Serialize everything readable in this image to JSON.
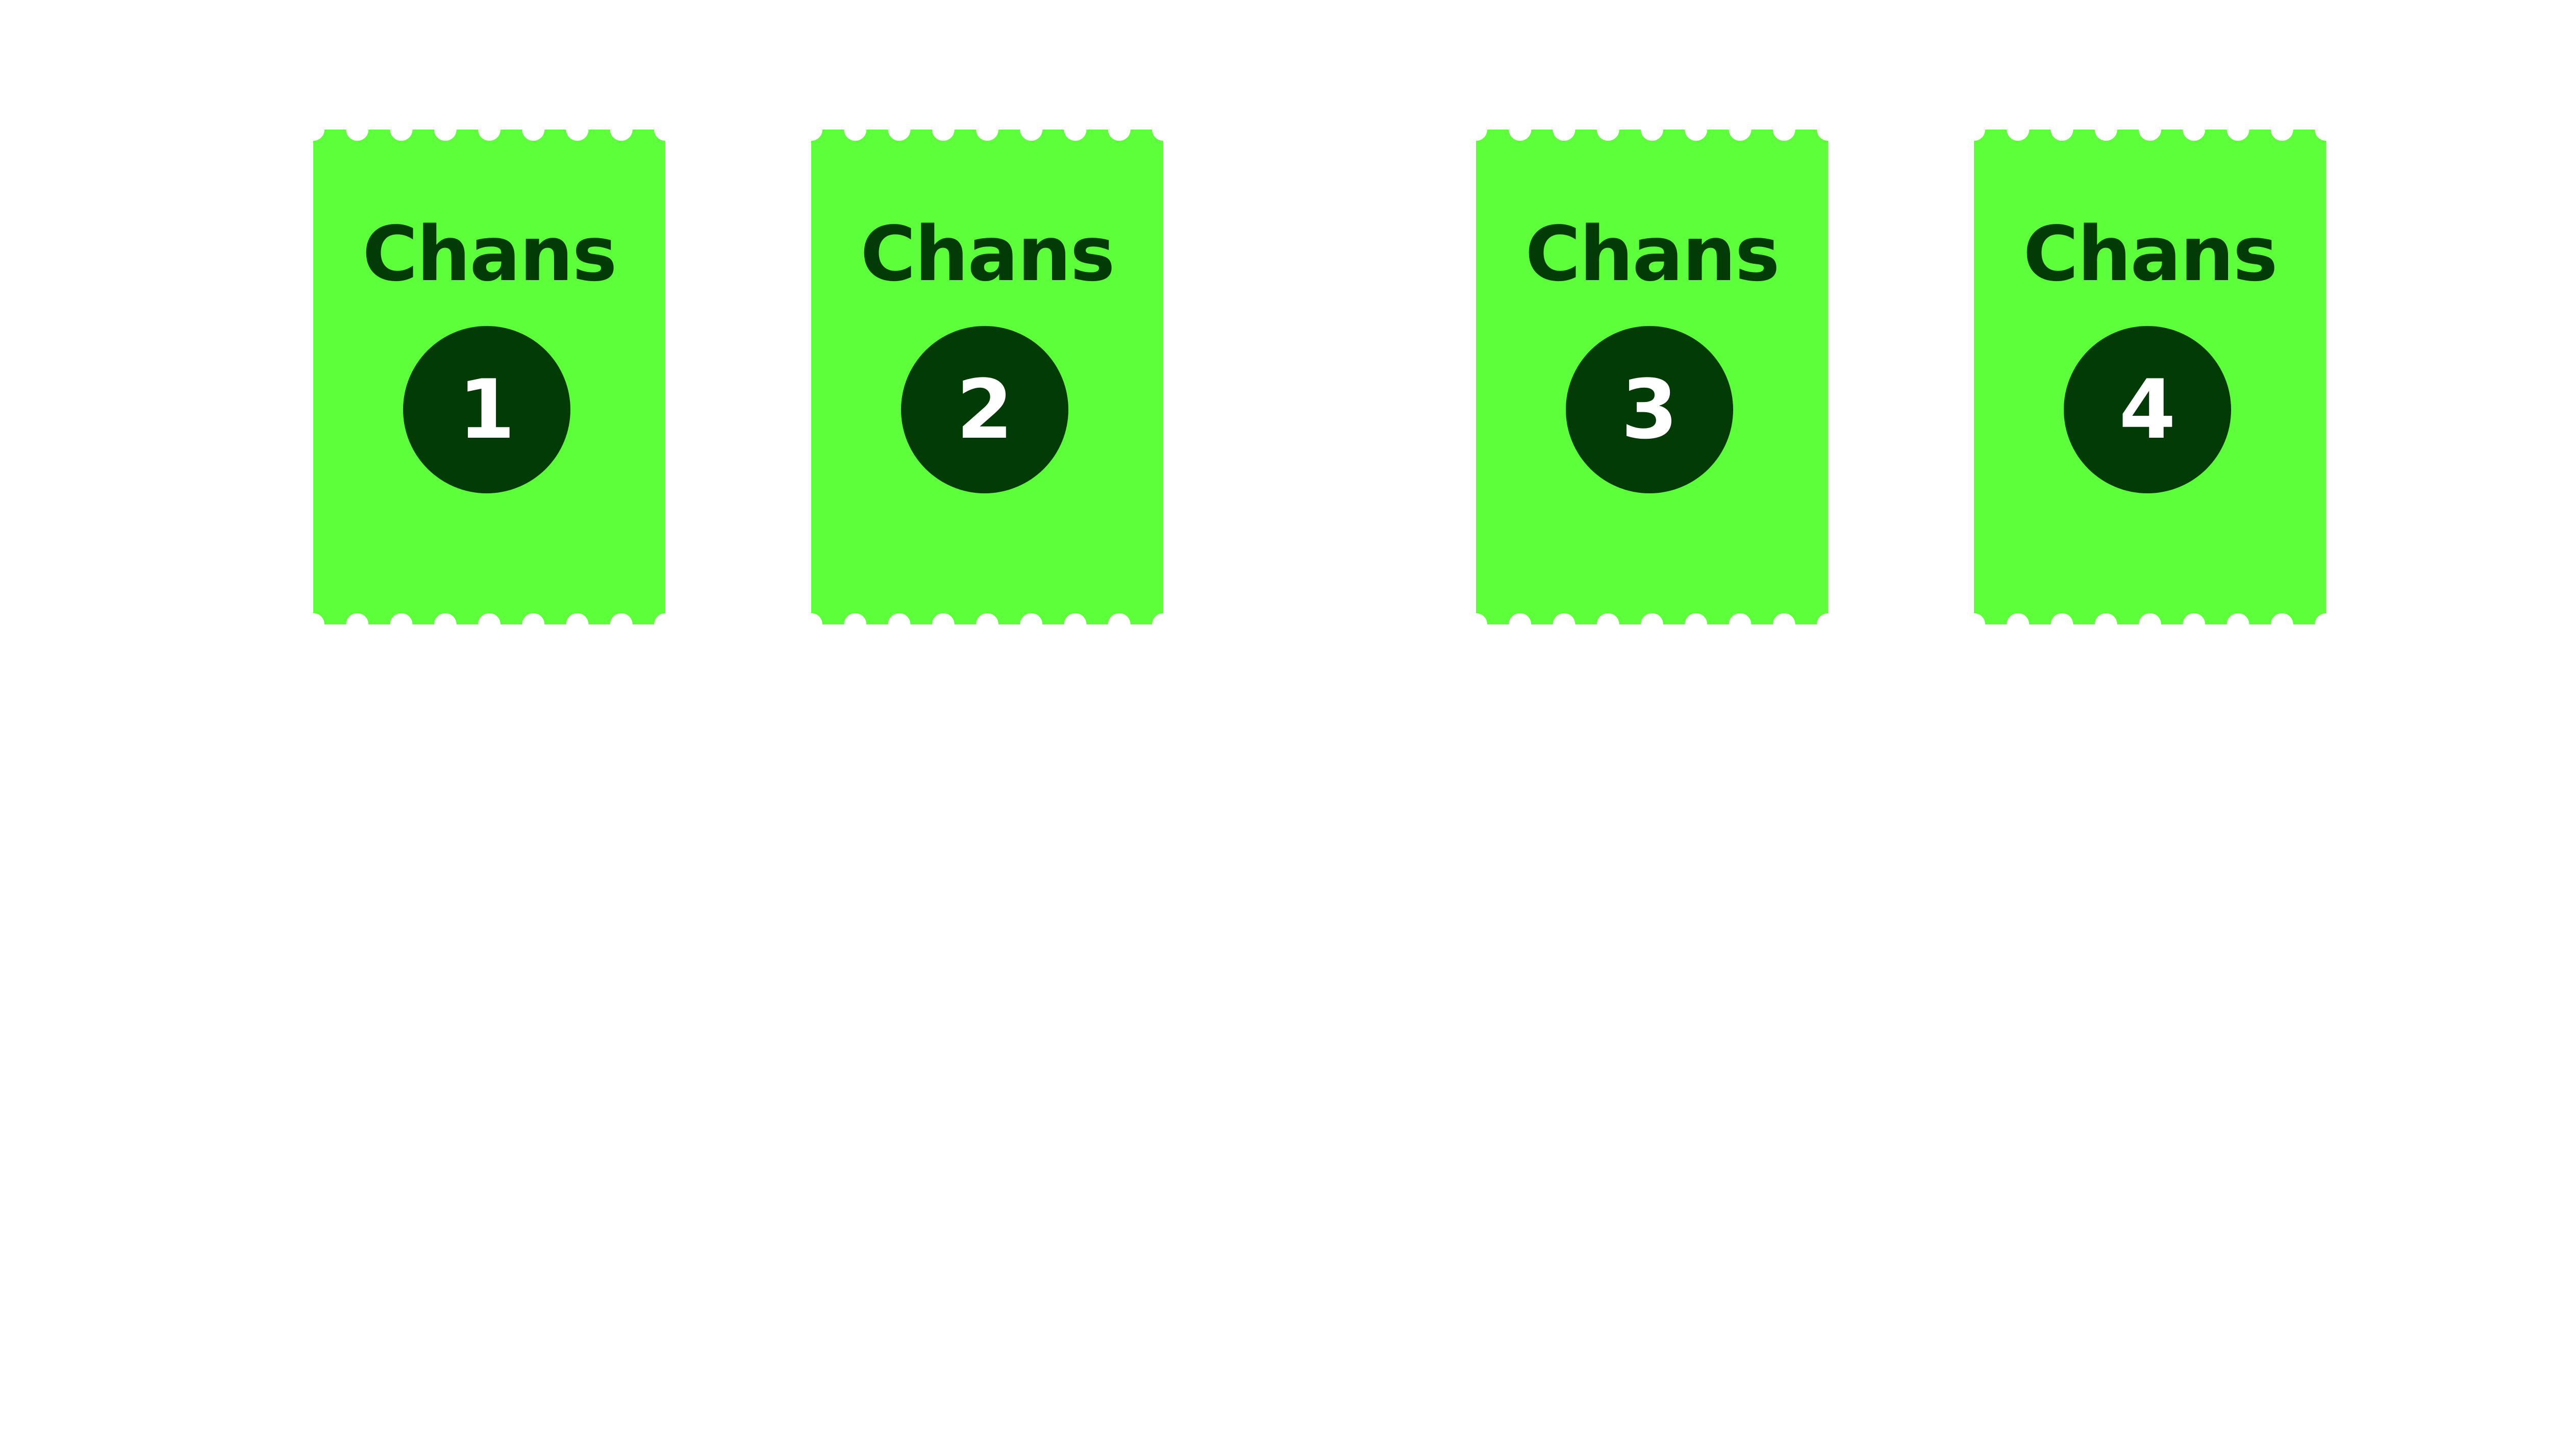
{
  "colors": {
    "background": "#ffffff",
    "ticket": "#5cff39",
    "text": "#033b06",
    "badge": "#033b06",
    "badge_text": "#ffffff"
  },
  "tickets": [
    {
      "label": "Chans",
      "number": "1"
    },
    {
      "label": "Chans",
      "number": "2"
    },
    {
      "label": "Chans",
      "number": "3"
    },
    {
      "label": "Chans",
      "number": "4"
    }
  ]
}
